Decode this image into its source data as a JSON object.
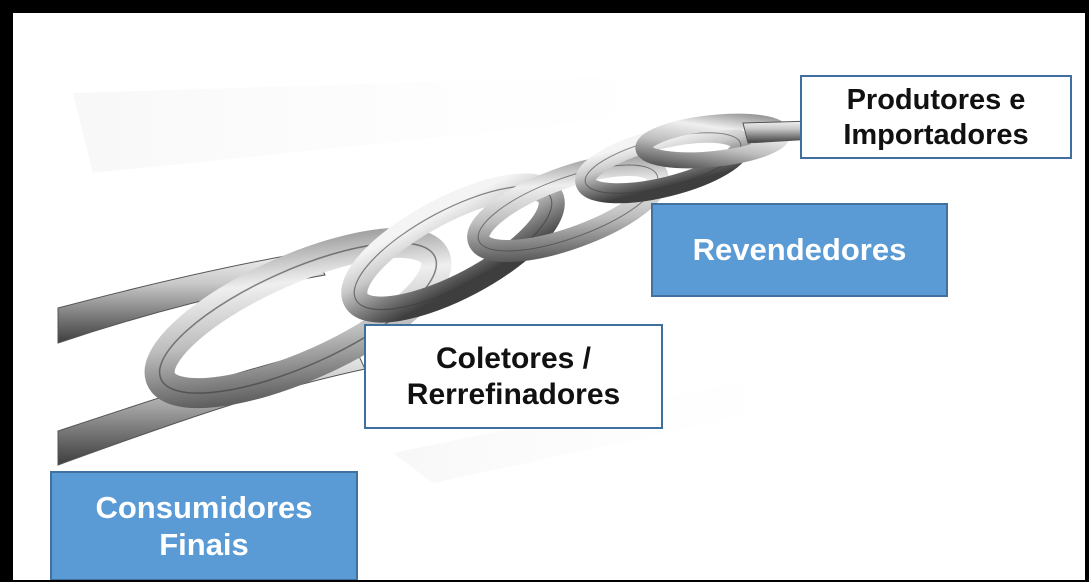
{
  "diagram": {
    "nodes": [
      {
        "id": "produtores",
        "lines": [
          "Produtores e",
          "Importadores"
        ],
        "style": "white"
      },
      {
        "id": "revendedores",
        "lines": [
          "Revendedores"
        ],
        "style": "blue"
      },
      {
        "id": "coletores",
        "lines": [
          "Coletores /",
          "Rerrefinadores"
        ],
        "style": "white"
      },
      {
        "id": "consumidores",
        "lines": [
          "Consumidores",
          "Finais"
        ],
        "style": "blue"
      }
    ],
    "illustration": "chain-links",
    "colors": {
      "blue_fill": "#5b9bd5",
      "blue_border": "#41719c",
      "white_border": "#3f6f9f",
      "frame": "#000000",
      "chain_light": "#e8e8e8",
      "chain_mid": "#a9a9a9",
      "chain_dark": "#5a5a5a"
    }
  }
}
